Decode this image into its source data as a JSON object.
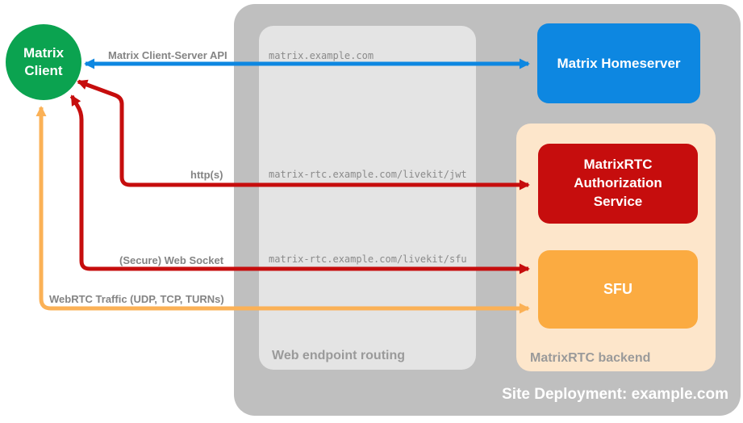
{
  "diagram": {
    "site_box": {
      "label": "Site Deployment: example.com"
    },
    "routing_box": {
      "label": "Web endpoint routing",
      "endpoints": [
        "matrix.example.com",
        "matrix-rtc.example.com/livekit/jwt",
        "matrix-rtc.example.com/livekit/sfu"
      ]
    },
    "backend_box": {
      "label": "MatrixRTC backend"
    },
    "nodes": {
      "client": "Matrix Client",
      "homeserver": "Matrix Homeserver",
      "auth_service": "MatrixRTC Authorization Service",
      "sfu": "SFU"
    },
    "arrows": {
      "client_server_api": "Matrix Client-Server API",
      "https": "http(s)",
      "websocket": "(Secure) Web Socket",
      "webrtc": "WebRTC Traffic (UDP, TCP, TURNs)"
    },
    "colors": {
      "green": "#0ba350",
      "blue": "#0d87e1",
      "red": "#c60d0d",
      "orange_box": "#fbab41",
      "orange_arrow": "#fbb156",
      "peach": "#fde6cb",
      "outer_gray": "#bfbfbf",
      "inner_gray": "#e4e4e4",
      "label_gray": "#8a8a8a",
      "section_label_gray": "#9a9a9a",
      "site_label_white": "#ffffff"
    }
  }
}
